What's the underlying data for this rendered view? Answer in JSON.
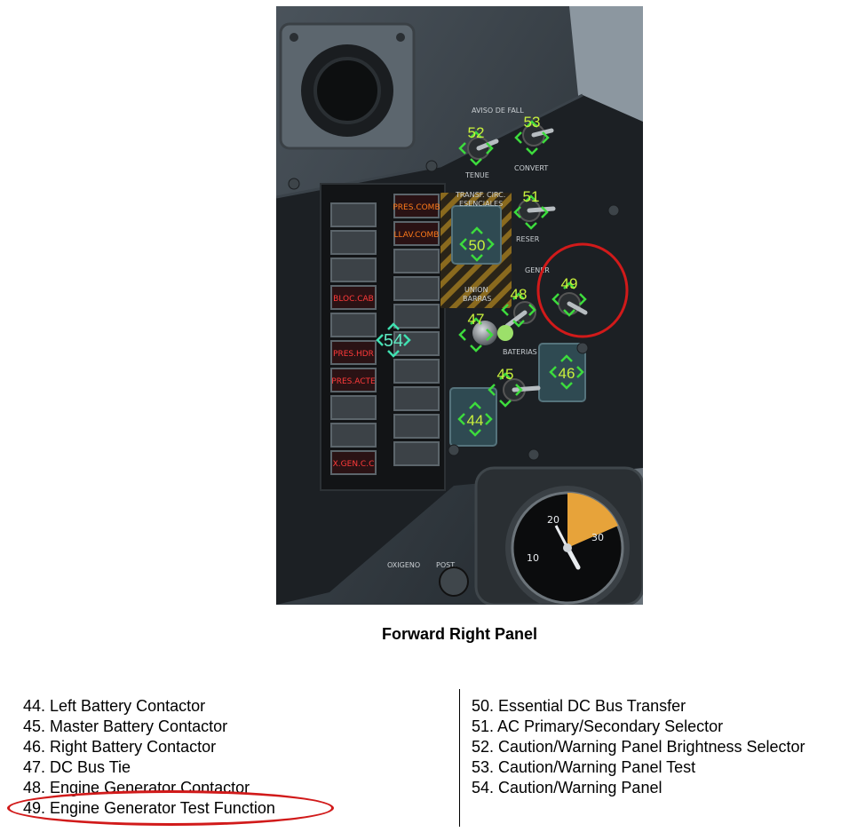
{
  "figure": {
    "title": "Forward Right Panel",
    "callouts": [
      "52",
      "53",
      "51",
      "50",
      "49",
      "48",
      "47",
      "54",
      "45",
      "46",
      "44"
    ],
    "lamps_left": [
      "",
      "",
      "",
      "BLOC.CAB",
      "",
      "PRES.HDR",
      "PRES.ACTE",
      "",
      "",
      "X.GEN.C.C"
    ],
    "lamps_right": [
      "PRES.COMB",
      "LLAV.COMB",
      "",
      "",
      "",
      "",
      "",
      "",
      "",
      ""
    ],
    "panel_labels": {
      "aviso": "AVISO DE FALL",
      "tenue": "TENUE",
      "convert": "CONVERT",
      "transf": "TRANSF. CIRC.",
      "esenciales": "ESENCIALES",
      "reserva": "RESER",
      "union": "UNION",
      "barras": "BARRAS",
      "generador": "GENER",
      "baterias": "BATERIAS",
      "oxigeno": "OXIGENO",
      "post": "POST."
    },
    "gauge_ticks": [
      "10",
      "20",
      "30"
    ]
  },
  "legend": {
    "left": [
      "44. Left Battery Contactor",
      "45. Master Battery Contactor",
      "46. Right Battery Contactor",
      "47. DC Bus Tie",
      "48. Engine Generator Contactor",
      "49. Engine Generator Test Function"
    ],
    "right": [
      "50. Essential DC Bus Transfer",
      "51. AC Primary/Secondary Selector",
      "52. Caution/Warning Panel Brightness Selector",
      "53. Caution/Warning Panel Test",
      "54. Caution/Warning Panel"
    ]
  },
  "colors": {
    "callout": "#c8f03c",
    "highlight": "#d11a1a",
    "lamp_red": "#ff3a3a",
    "lamp_orange": "#ff7a1a",
    "panel": "#1c2024"
  }
}
